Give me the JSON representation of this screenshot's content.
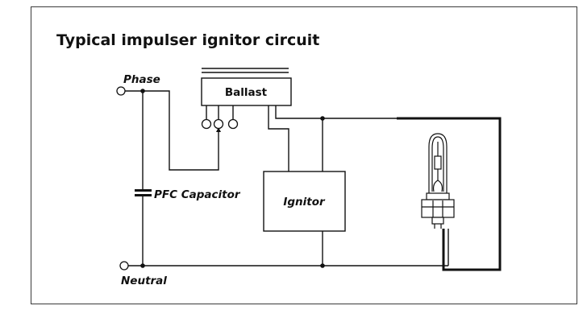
{
  "title": "Typical impulser ignitor circuit",
  "labels": {
    "phase": "Phase",
    "neutral": "Neutral",
    "ballast": "Ballast",
    "ignitor": "Ignitor",
    "pfc_capacitor": "PFC Capacitor"
  }
}
